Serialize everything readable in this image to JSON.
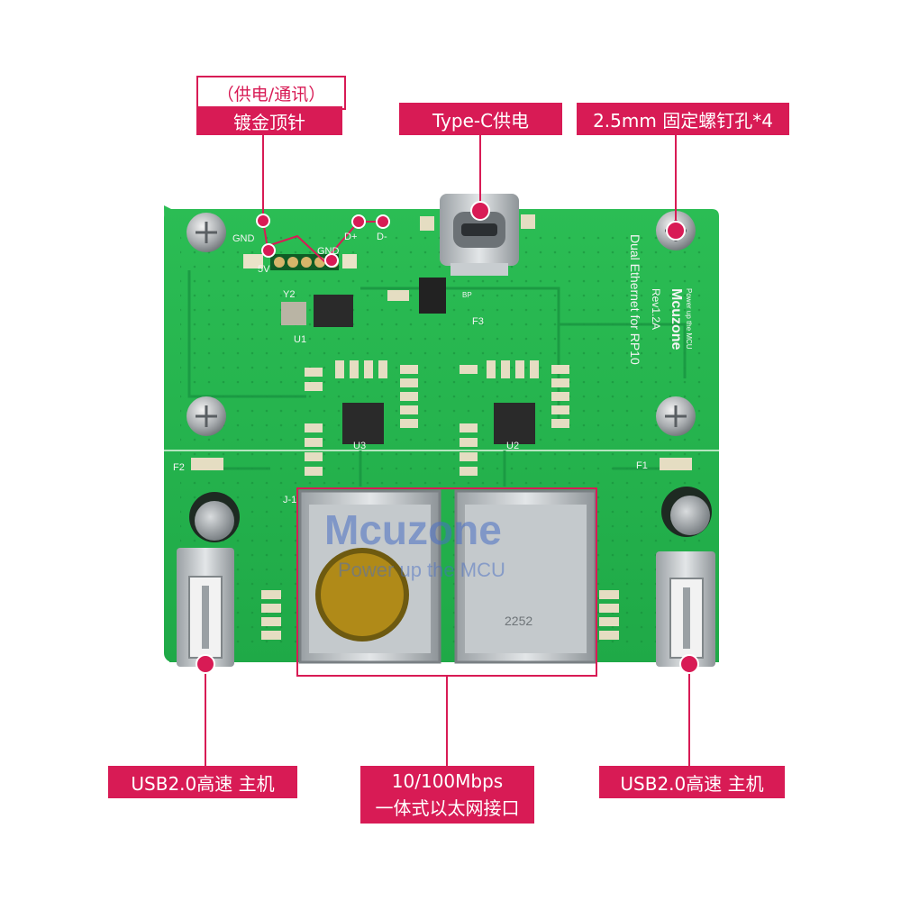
{
  "labels": {
    "pins_top": "（供电/通讯）",
    "pins_bottom": "镀金顶针",
    "typec": "Type-C供电",
    "screw_holes": "2.5mm 固定螺钉孔*4",
    "usb_left": "USB2.0高速 主机",
    "usb_right": "USB2.0高速 主机",
    "ethernet_line1": "10/100Mbps",
    "ethernet_line2": "一体式以太网接口"
  },
  "silkscreen": {
    "gnd1": "GND",
    "gnd2": "GND",
    "five_v": "5V",
    "d_plus": "D+",
    "d_minus": "D-",
    "y2": "Y2",
    "u1": "U1",
    "u2": "U2",
    "u3": "U3",
    "f1": "F1",
    "f2": "F2",
    "f3": "F3",
    "j1": "J-1",
    "bp": "BP",
    "title": "Dual Ethernet for RP10",
    "rev": "Rev1.2A",
    "brand": "Mcuzone",
    "tagline": "Power up the MCU",
    "rj45_code": "2252"
  },
  "watermark": {
    "brand": "Mcuzone",
    "tagline": "Power up the MCU"
  },
  "colors": {
    "accent": "#d81b55",
    "pcb": "#22b24c",
    "pcb_dark": "#1a9a3f"
  }
}
